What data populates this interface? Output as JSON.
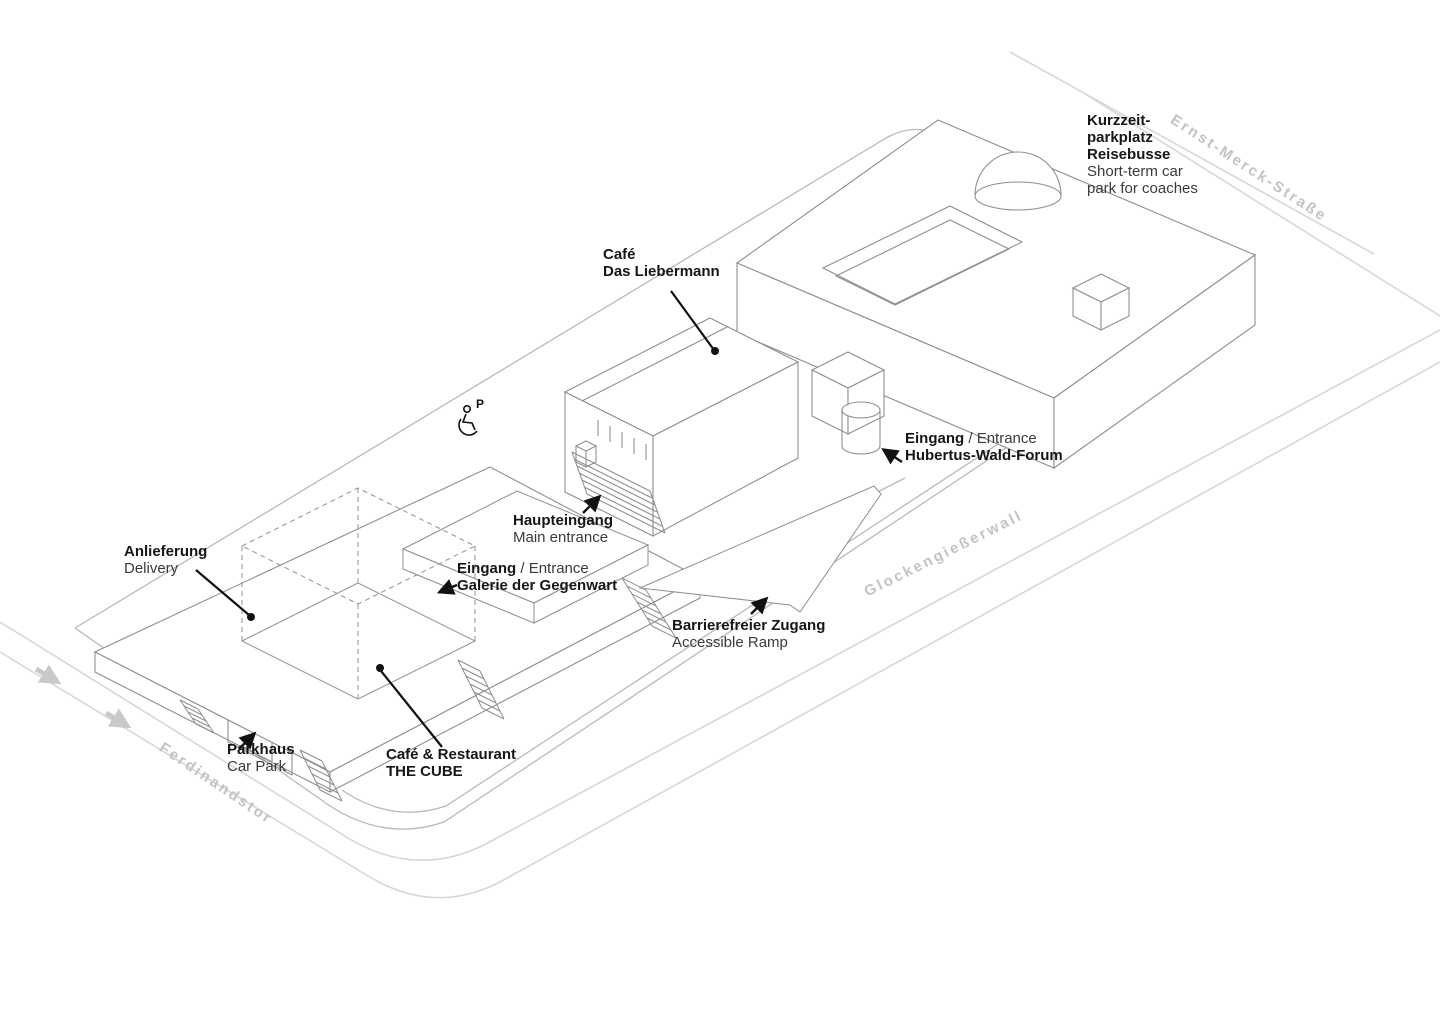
{
  "diagram": {
    "title_hint": "Museum site plan (isometric)",
    "streets": {
      "ernst_merck": "Ernst-Merck-Straße",
      "glockengiesserwall": "Glockengießerwall",
      "ferdinandstor": "Ferdinandstor"
    },
    "icons": {
      "accessible_parking_letter": "P"
    },
    "labels": {
      "coach_park": {
        "de1": "Kurzzeit-",
        "de2": "parkplatz",
        "de3": "Reisebusse",
        "en1": "Short-term car",
        "en2": "park for coaches"
      },
      "cafe_liebermann": {
        "de1": "Café",
        "de2": "Das Liebermann"
      },
      "entrance_hwf": {
        "de": "Eingang",
        "slash": " / ",
        "en": "Entrance",
        "name": "Hubertus-Wald-Forum"
      },
      "main_entrance": {
        "de": "Haupteingang",
        "en": "Main entrance"
      },
      "entrance_gdg": {
        "de": "Eingang",
        "slash": " / ",
        "en": "Entrance",
        "name": "Galerie der Gegenwart"
      },
      "delivery": {
        "de": "Anlieferung",
        "en": "Delivery"
      },
      "accessible_ramp": {
        "de": "Barrierefreier Zugang",
        "en": "Accessible Ramp"
      },
      "car_park": {
        "de": "Parkhaus",
        "en": "Car Park"
      },
      "the_cube": {
        "de": "Café & Restaurant",
        "name": "THE CUBE"
      }
    },
    "colors": {
      "label_text": "#161616",
      "building_line": "#8f8f8f",
      "site_line": "#b9b9b9",
      "street_line": "#d7d7d7",
      "street_text": "#c3c3c3",
      "leader": "#111111",
      "traffic_arrow": "#c9c9c9"
    }
  }
}
